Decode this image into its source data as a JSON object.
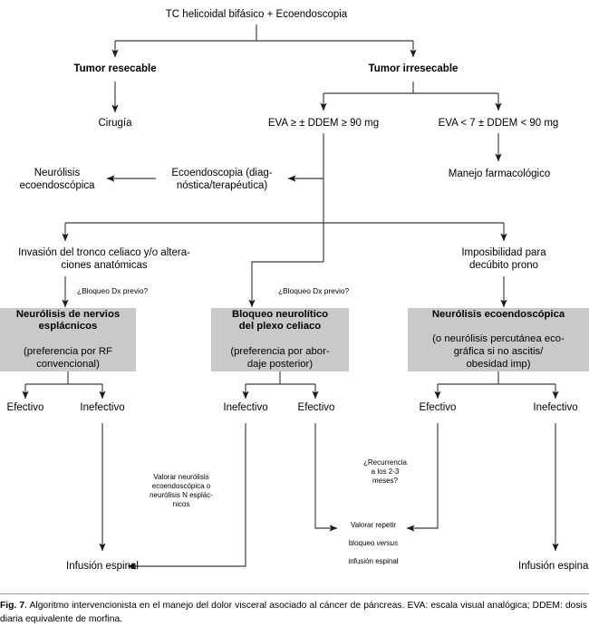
{
  "figure": {
    "label": "Fig. 7",
    "caption_text": ". Algoritmo intervencionista en el manejo del dolor visceral asociado al cáncer de páncreas. EVA: escala visual analógica; DDEM: dosis diaria equivalente de morfina."
  },
  "nodes": {
    "root": "TC helicoidal bifásico + Ecoendoscopia",
    "tumor_resecable": "Tumor resecable",
    "tumor_irresecable": "Tumor irresecable",
    "cirugia": "Cirugía",
    "eva_alta": "EVA ≥ ± DDEM ≥ 90 mg",
    "eva_baja": "EVA < 7 ± DDEM < 90 mg",
    "manejo_farmacologico": "Manejo farmacológico",
    "ecoendoscopia_diag": "Ecoendoscopia (diag-\nnóstica/terapéutica)",
    "neurolisis_ecoendoscopica": "Neurólisis\necoendoscópica",
    "invasion_tronco": "Invasión del tronco celiaco y/o altera-\nciones anatómicas",
    "imposibilidad_decubito": "Imposibilidad para\ndecúbito prono",
    "bloqueo_dx_previo_izq": "¿Bloqueo Dx previo?",
    "bloqueo_dx_previo_centro": "¿Bloqueo Dx previo?",
    "infusion_espinal_izq": "Infusión espinal",
    "infusion_espinal_der": "Infusión espinal",
    "valorar_neurolisis": "Valorar neurólisis\necoendoscópica o\nneurólisis N esplác-\nnicos",
    "recurrencia": "¿Recurrencia\na los 2-3\nmeses?",
    "valorar_repetir_l1": "Valorar repetir",
    "valorar_repetir_l2_pre": "bloqueo ",
    "valorar_repetir_l2_em": "versus",
    "valorar_repetir_l3": "infusión espinal"
  },
  "treatment_boxes": [
    {
      "id": "neurolisis-nervios-esplacnicos",
      "head": "Neurólisis de nervios\nesplácnicos",
      "sub": "(preferencia por RF\nconvencional)",
      "fill": "#c9c9c9"
    },
    {
      "id": "bloqueo-neurolitico-plexo-celiaco",
      "head": "Bloqueo neurolítico\ndel plexo celiaco",
      "sub": "(preferencia por abor-\ndaje posterior)",
      "fill": "#c9c9c9"
    },
    {
      "id": "neurolisis-ecoendoscopica-box",
      "head": "Neurólisis ecoendoscópica",
      "sub": "(o neurólisis percutánea eco-\ngráfica si no ascitis/\nobesidad imp)",
      "fill": "#c9c9c9"
    }
  ],
  "outcomes": {
    "left_box": [
      "Efectivo",
      "Inefectivo"
    ],
    "middle_box": [
      "Inefectivo",
      "Efectivo"
    ],
    "right_box": [
      "Efectivo",
      "Inefectivo"
    ]
  },
  "colors": {
    "box_fill": "#c9c9c9",
    "line": "#3a3a3a",
    "text": "#000000",
    "rule": "#9a9a9a"
  }
}
